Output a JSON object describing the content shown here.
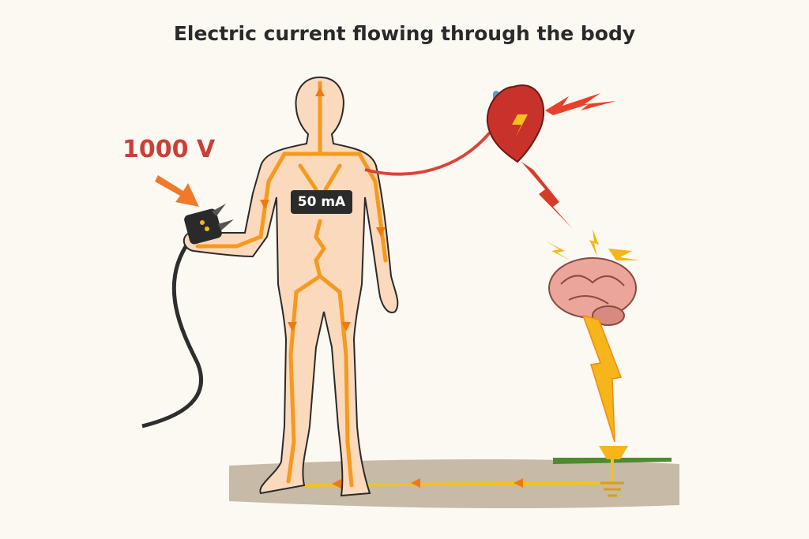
{
  "title": "Electric current flowing through the body",
  "voltage_label": "1000 V",
  "current_label": "50 mA",
  "colors": {
    "background": "#fcf9f2",
    "skin": "#fbd9bd",
    "current": "#f59a1e",
    "voltage": "#c9403a",
    "bolt": "#f5c21b",
    "ground": "#a8977f"
  }
}
